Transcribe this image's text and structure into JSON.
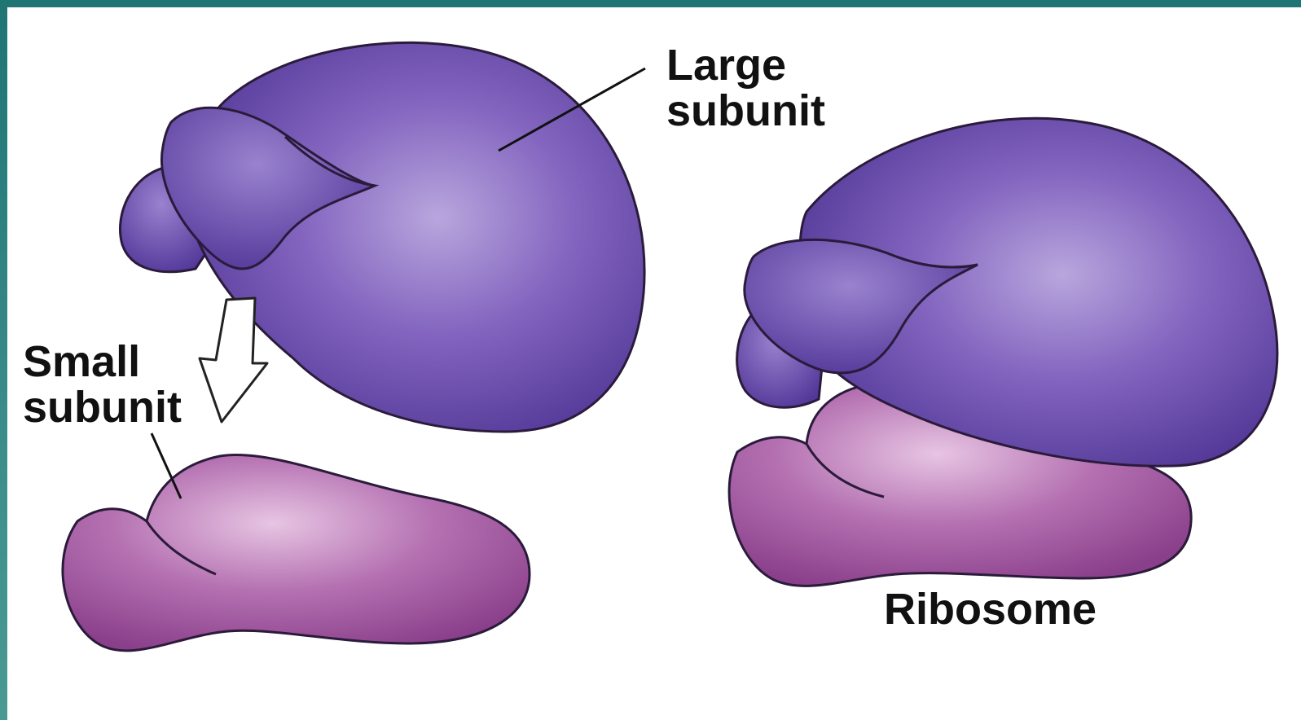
{
  "diagram": {
    "labels": {
      "large_subunit_line1": "Large",
      "large_subunit_line2": "subunit",
      "small_subunit_line1": "Small",
      "small_subunit_line2": "subunit",
      "ribosome": "Ribosome"
    },
    "colors": {
      "frame": "#1f7474",
      "large_subunit": "#5c3f9f",
      "large_subunit_highlight": "#b9a6dd",
      "small_subunit": "#9b4c9a",
      "small_subunit_highlight": "#e7c5e3",
      "outline": "#2b1b3b",
      "arrow_fill": "#ffffff",
      "text": "#111111"
    },
    "parts": [
      "large-subunit",
      "small-subunit",
      "assembly-arrow",
      "ribosome"
    ]
  }
}
